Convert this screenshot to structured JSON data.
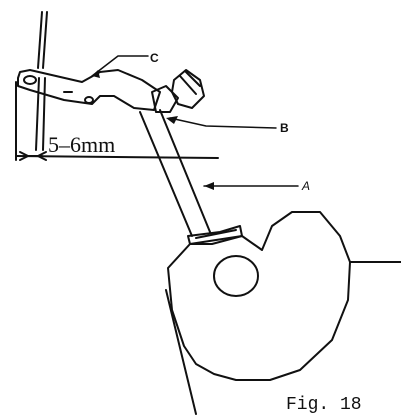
{
  "labels": {
    "c": "C",
    "b": "B",
    "a": "A"
  },
  "dimension": "5–6mm",
  "caption": "Fig. 18"
}
